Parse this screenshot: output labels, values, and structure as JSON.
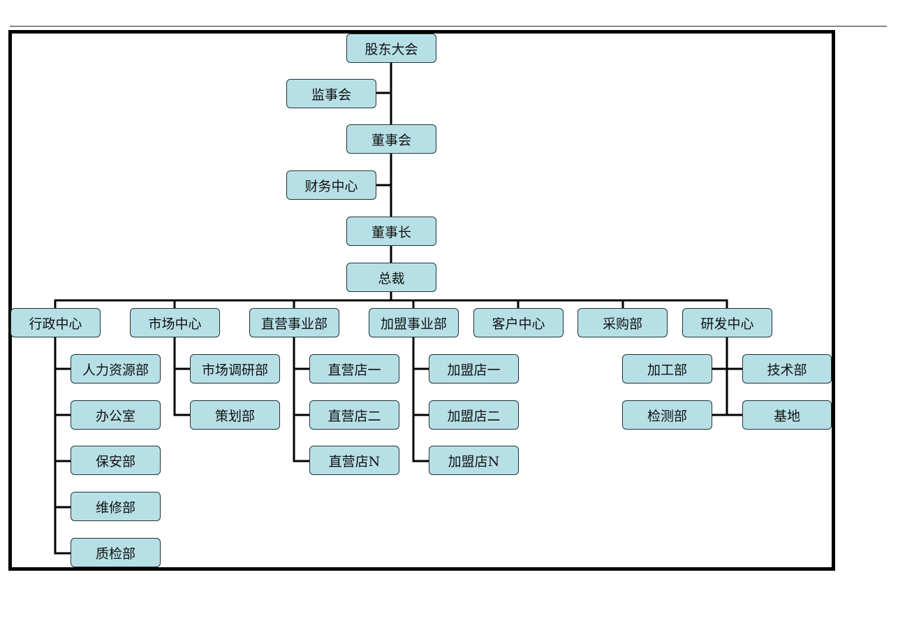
{
  "org_chart": {
    "top": {
      "shareholders": "股东大会",
      "supervisory_board": "监事会",
      "board": "董事会",
      "finance_center": "财务中心",
      "chairman": "董事长",
      "ceo": "总裁"
    },
    "divisions": {
      "admin_center": "行政中心",
      "market_center": "市场中心",
      "direct_business": "直营事业部",
      "franchise_business": "加盟事业部",
      "customer_center": "客户中心",
      "procurement": "采购部",
      "rd_center": "研发中心"
    },
    "admin_units": [
      "人力资源部",
      "办公室",
      "保安部",
      "维修部",
      "质检部"
    ],
    "market_units": [
      "市场调研部",
      "策划部"
    ],
    "direct_units": [
      "直营店一",
      "直营店二",
      "直营店N"
    ],
    "franchise_units": [
      "加盟店一",
      "加盟店二",
      "加盟店N"
    ],
    "rd_units": {
      "processing": "加工部",
      "testing": "检测部",
      "technology": "技术部",
      "base": "基地"
    }
  }
}
